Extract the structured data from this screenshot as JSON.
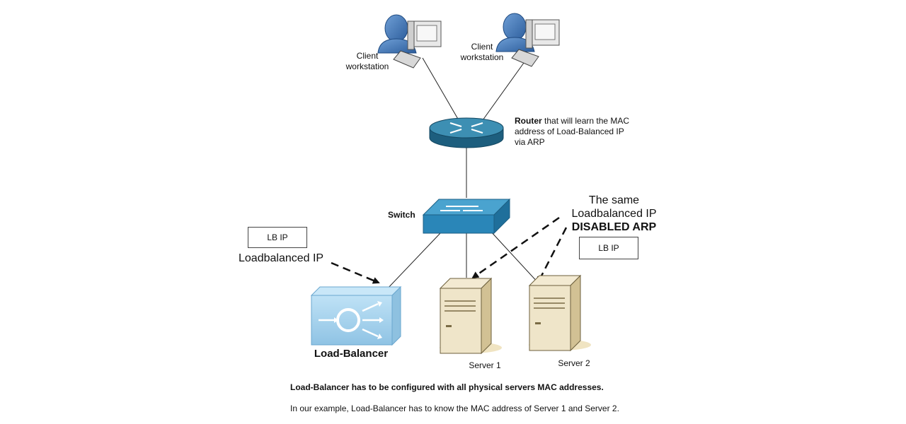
{
  "nodes": {
    "client1": {
      "label_line1": "Client",
      "label_line2": "workstation"
    },
    "client2": {
      "label_line1": "Client",
      "label_line2": "workstation"
    },
    "router": {
      "label_bold": "Router",
      "label_rest": " that will learn the MAC",
      "label_line2": "address of Load-Balanced IP",
      "label_line3": "via ARP"
    },
    "switch": {
      "label": "Switch"
    },
    "load_balancer": {
      "label": "Load-Balancer"
    },
    "server1": {
      "label": "Server 1"
    },
    "server2": {
      "label": "Server 2"
    }
  },
  "annotations": {
    "lb_ip_box_left": "LB IP",
    "lb_ip_box_right": "LB IP",
    "loadbalanced_ip": "Loadbalanced IP",
    "same_ip_line1": "The same",
    "same_ip_line2": "Loadbalanced IP",
    "same_ip_line3": "DISABLED ARP"
  },
  "captions": {
    "main": "Load-Balancer has to be configured with all physical servers MAC addresses.",
    "example": "In our example, Load-Balancer has to know the MAC address of Server 1 and Server 2."
  },
  "edges": [
    {
      "from": "client1",
      "to": "router",
      "style": "solid"
    },
    {
      "from": "client2",
      "to": "router",
      "style": "solid"
    },
    {
      "from": "router",
      "to": "switch",
      "style": "solid"
    },
    {
      "from": "switch",
      "to": "load_balancer",
      "style": "solid"
    },
    {
      "from": "switch",
      "to": "server1",
      "style": "solid"
    },
    {
      "from": "switch",
      "to": "server2",
      "style": "solid"
    },
    {
      "from": "loadbalanced_ip",
      "to": "load_balancer",
      "style": "dashed-arrow"
    },
    {
      "from": "same_ip",
      "to": "server1",
      "style": "dashed-arrow"
    },
    {
      "from": "same_ip",
      "to": "server2",
      "style": "dashed-arrow"
    }
  ],
  "colors": {
    "person": "#3a6fb0",
    "router_top": "#3d8fb3",
    "router_side": "#1d5e7e",
    "switch_top": "#4aa3cf",
    "switch_side": "#2a7aa6",
    "load_balancer": "#a6d3ee",
    "server_front": "#efe5c9",
    "server_side": "#d6c79f"
  }
}
